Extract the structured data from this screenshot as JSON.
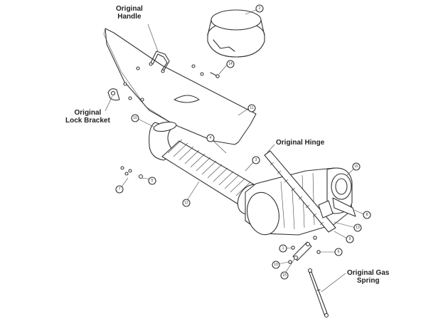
{
  "labels": {
    "original_handle": [
      "Original",
      "Handle"
    ],
    "original_lock_bracket": [
      "Original",
      "Lock Bracket"
    ],
    "original_hinge": "Original Hinge",
    "original_gas_spring": [
      "Original Gas",
      "Spring"
    ]
  },
  "callouts": [
    "1",
    "2",
    "3",
    "4",
    "5",
    "6",
    "7",
    "8",
    "9",
    "10",
    "11",
    "12",
    "13",
    "14",
    "15"
  ],
  "colors": {
    "line": "#333333",
    "background": "#ffffff"
  }
}
